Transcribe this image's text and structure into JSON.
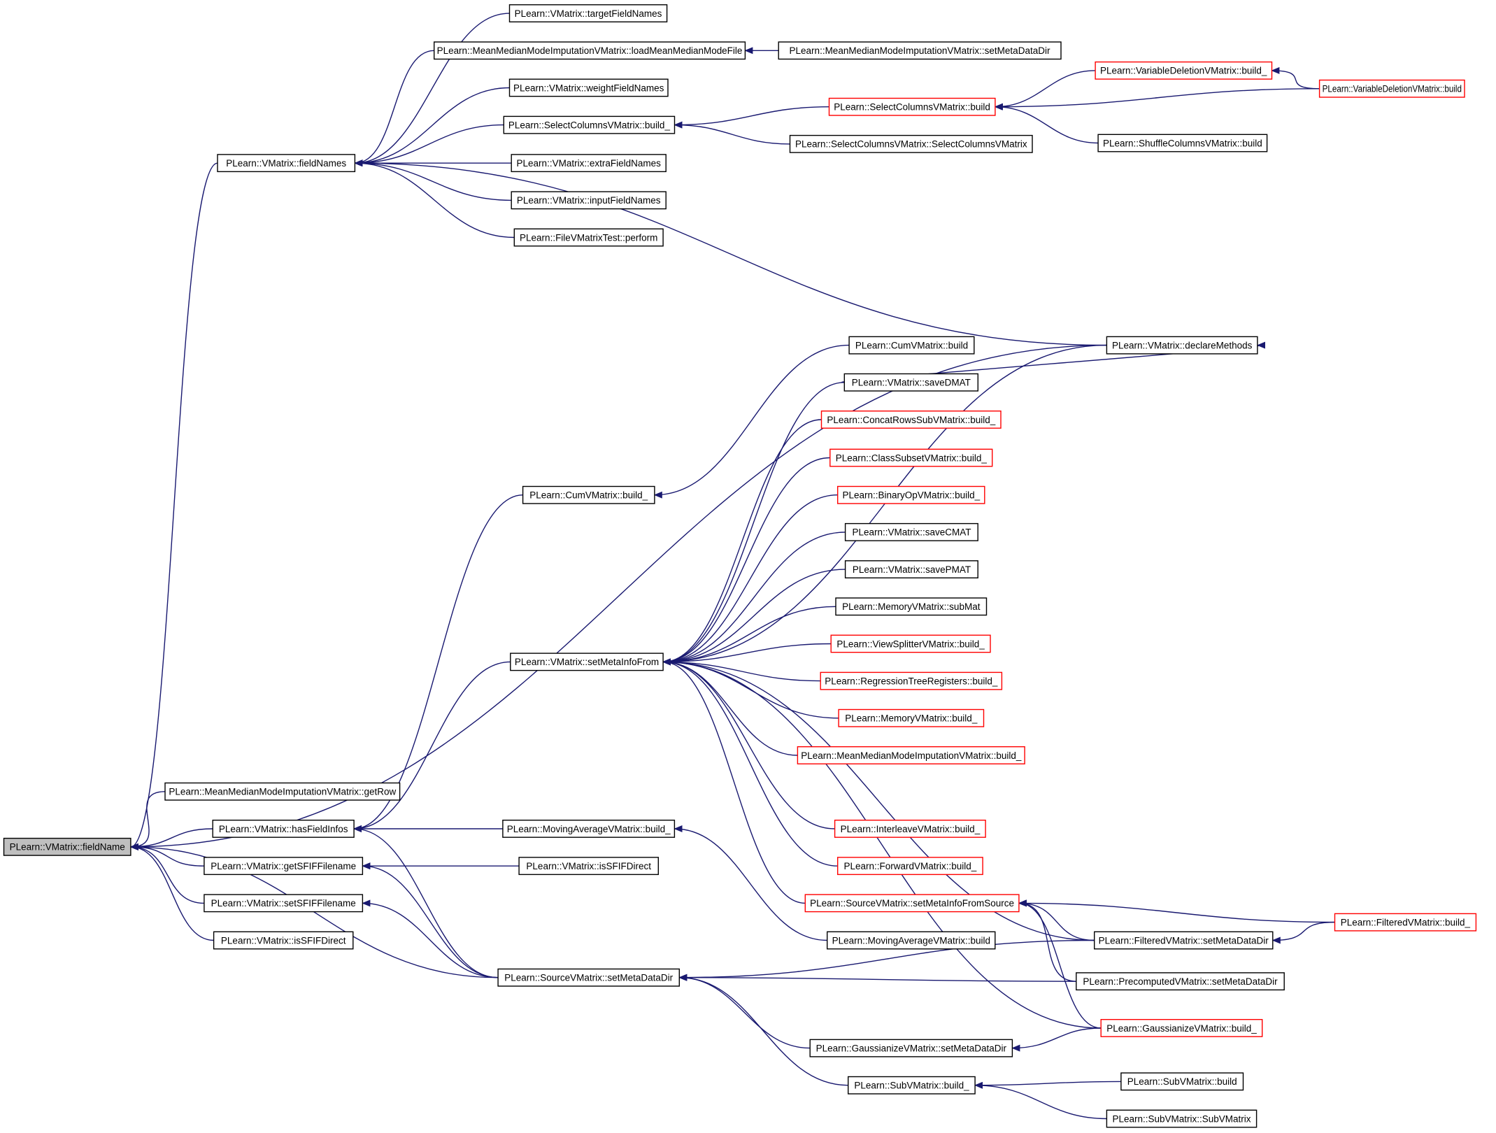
{
  "diagram": {
    "kind": "doxygen caller graph",
    "colors": {
      "edge": "#191970",
      "box_border_normal": "#000000",
      "box_border_truncated": "#ff0000",
      "focus_fill": "#bfbfbf",
      "background": "#ffffff"
    },
    "nodes": [
      {
        "id": "fieldName",
        "label": "PLearn::VMatrix::fieldName",
        "style": "focus"
      },
      {
        "id": "fieldNames",
        "label": "PLearn::VMatrix::fieldNames",
        "style": "normal"
      },
      {
        "id": "targetFieldNames",
        "label": "PLearn::VMatrix::targetFieldNames",
        "style": "normal"
      },
      {
        "id": "loadMeanMedianModeFile",
        "label": "PLearn::MeanMedianModeImputationVMatrix::loadMeanMedianModeFile",
        "style": "normal"
      },
      {
        "id": "mmmSetMetaDataDir",
        "label": "PLearn::MeanMedianModeImputationVMatrix::setMetaDataDir",
        "style": "normal"
      },
      {
        "id": "weightFieldNames",
        "label": "PLearn::VMatrix::weightFieldNames",
        "style": "normal"
      },
      {
        "id": "selColBuild_",
        "label": "PLearn::SelectColumnsVMatrix::build_",
        "style": "normal"
      },
      {
        "id": "selColBuild",
        "label": "PLearn::SelectColumnsVMatrix::build",
        "style": "truncated"
      },
      {
        "id": "selColCtor",
        "label": "PLearn::SelectColumnsVMatrix::SelectColumnsVMatrix",
        "style": "normal"
      },
      {
        "id": "varDelBuild_",
        "label": "PLearn::VariableDeletionVMatrix::build_",
        "style": "truncated"
      },
      {
        "id": "varDelBuild",
        "label": "PLearn::VariableDeletionVMatrix::build",
        "style": "truncated"
      },
      {
        "id": "shuffleBuild",
        "label": "PLearn::ShuffleColumnsVMatrix::build",
        "style": "normal"
      },
      {
        "id": "extraFieldNames",
        "label": "PLearn::VMatrix::extraFieldNames",
        "style": "normal"
      },
      {
        "id": "inputFieldNames",
        "label": "PLearn::VMatrix::inputFieldNames",
        "style": "normal"
      },
      {
        "id": "fileVMatrixTest",
        "label": "PLearn::FileVMatrixTest::perform",
        "style": "normal"
      },
      {
        "id": "declareMethods",
        "label": "PLearn::VMatrix::declareMethods",
        "style": "normal"
      },
      {
        "id": "cumBuild",
        "label": "PLearn::CumVMatrix::build",
        "style": "normal"
      },
      {
        "id": "saveDMAT",
        "label": "PLearn::VMatrix::saveDMAT",
        "style": "normal"
      },
      {
        "id": "concatRows",
        "label": "PLearn::ConcatRowsSubVMatrix::build_",
        "style": "truncated"
      },
      {
        "id": "classSubset",
        "label": "PLearn::ClassSubsetVMatrix::build_",
        "style": "truncated"
      },
      {
        "id": "binaryOp",
        "label": "PLearn::BinaryOpVMatrix::build_",
        "style": "truncated"
      },
      {
        "id": "cumBuild_",
        "label": "PLearn::CumVMatrix::build_",
        "style": "normal"
      },
      {
        "id": "saveCMAT",
        "label": "PLearn::VMatrix::saveCMAT",
        "style": "normal"
      },
      {
        "id": "savePMAT",
        "label": "PLearn::VMatrix::savePMAT",
        "style": "normal"
      },
      {
        "id": "memSubMat",
        "label": "PLearn::MemoryVMatrix::subMat",
        "style": "normal"
      },
      {
        "id": "setMetaInfoFrom",
        "label": "PLearn::VMatrix::setMetaInfoFrom",
        "style": "normal"
      },
      {
        "id": "viewSplitter",
        "label": "PLearn::ViewSplitterVMatrix::build_",
        "style": "truncated"
      },
      {
        "id": "regTree",
        "label": "PLearn::RegressionTreeRegisters::build_",
        "style": "truncated"
      },
      {
        "id": "memBuild_",
        "label": "PLearn::MemoryVMatrix::build_",
        "style": "truncated"
      },
      {
        "id": "mmmBuild_",
        "label": "PLearn::MeanMedianModeImputationVMatrix::build_",
        "style": "truncated"
      },
      {
        "id": "mmmGetRow",
        "label": "PLearn::MeanMedianModeImputationVMatrix::getRow",
        "style": "normal"
      },
      {
        "id": "hasFieldInfos",
        "label": "PLearn::VMatrix::hasFieldInfos",
        "style": "normal"
      },
      {
        "id": "movAvgBuild_",
        "label": "PLearn::MovingAverageVMatrix::build_",
        "style": "normal"
      },
      {
        "id": "interleave",
        "label": "PLearn::InterleaveVMatrix::build_",
        "style": "truncated"
      },
      {
        "id": "getSFIF",
        "label": "PLearn::VMatrix::getSFIFFilename",
        "style": "normal"
      },
      {
        "id": "isSFIF1",
        "label": "PLearn::VMatrix::isSFIFDirect",
        "style": "normal"
      },
      {
        "id": "forward",
        "label": "PLearn::ForwardVMatrix::build_",
        "style": "truncated"
      },
      {
        "id": "setSFIF",
        "label": "PLearn::VMatrix::setSFIFFilename",
        "style": "normal"
      },
      {
        "id": "srcSetMetaInfo",
        "label": "PLearn::SourceVMatrix::setMetaInfoFromSource",
        "style": "truncated"
      },
      {
        "id": "isSFIF2",
        "label": "PLearn::VMatrix::isSFIFDirect",
        "style": "normal"
      },
      {
        "id": "movAvgBuild",
        "label": "PLearn::MovingAverageVMatrix::build",
        "style": "normal"
      },
      {
        "id": "filtSetMeta",
        "label": "PLearn::FilteredVMatrix::setMetaDataDir",
        "style": "normal"
      },
      {
        "id": "filtBuild_",
        "label": "PLearn::FilteredVMatrix::build_",
        "style": "truncated"
      },
      {
        "id": "srcSetMeta",
        "label": "PLearn::SourceVMatrix::setMetaDataDir",
        "style": "normal"
      },
      {
        "id": "precompSetMeta",
        "label": "PLearn::PrecomputedVMatrix::setMetaDataDir",
        "style": "normal"
      },
      {
        "id": "gaussBuild_",
        "label": "PLearn::GaussianizeVMatrix::build_",
        "style": "truncated"
      },
      {
        "id": "gaussSetMeta",
        "label": "PLearn::GaussianizeVMatrix::setMetaDataDir",
        "style": "normal"
      },
      {
        "id": "subBuild_",
        "label": "PLearn::SubVMatrix::build_",
        "style": "normal"
      },
      {
        "id": "subBuild",
        "label": "PLearn::SubVMatrix::build",
        "style": "normal"
      },
      {
        "id": "subCtor",
        "label": "PLearn::SubVMatrix::SubVMatrix",
        "style": "normal"
      }
    ],
    "edges": [
      [
        "fieldNames",
        "fieldName"
      ],
      [
        "declareMethods",
        "fieldName"
      ],
      [
        "mmmGetRow",
        "fieldName"
      ],
      [
        "hasFieldInfos",
        "fieldName"
      ],
      [
        "getSFIF",
        "fieldName"
      ],
      [
        "setSFIF",
        "fieldName"
      ],
      [
        "isSFIF2",
        "fieldName"
      ],
      [
        "srcSetMeta",
        "fieldName"
      ],
      [
        "targetFieldNames",
        "fieldNames"
      ],
      [
        "loadMeanMedianModeFile",
        "fieldNames"
      ],
      [
        "weightFieldNames",
        "fieldNames"
      ],
      [
        "selColBuild_",
        "fieldNames"
      ],
      [
        "extraFieldNames",
        "fieldNames"
      ],
      [
        "inputFieldNames",
        "fieldNames"
      ],
      [
        "fileVMatrixTest",
        "fieldNames"
      ],
      [
        "declareMethods",
        "fieldNames"
      ],
      [
        "mmmSetMetaDataDir",
        "loadMeanMedianModeFile"
      ],
      [
        "selColBuild",
        "selColBuild_"
      ],
      [
        "selColCtor",
        "selColBuild_"
      ],
      [
        "varDelBuild_",
        "selColBuild"
      ],
      [
        "varDelBuild",
        "selColBuild"
      ],
      [
        "shuffleBuild",
        "selColBuild"
      ],
      [
        "varDelBuild",
        "varDelBuild_"
      ],
      [
        "saveDMAT",
        "declareMethods"
      ],
      [
        "cumBuild",
        "cumBuild_"
      ],
      [
        "saveDMAT",
        "setMetaInfoFrom"
      ],
      [
        "concatRows",
        "setMetaInfoFrom"
      ],
      [
        "classSubset",
        "setMetaInfoFrom"
      ],
      [
        "binaryOp",
        "setMetaInfoFrom"
      ],
      [
        "saveCMAT",
        "setMetaInfoFrom"
      ],
      [
        "savePMAT",
        "setMetaInfoFrom"
      ],
      [
        "memSubMat",
        "setMetaInfoFrom"
      ],
      [
        "viewSplitter",
        "setMetaInfoFrom"
      ],
      [
        "regTree",
        "setMetaInfoFrom"
      ],
      [
        "memBuild_",
        "setMetaInfoFrom"
      ],
      [
        "mmmBuild_",
        "setMetaInfoFrom"
      ],
      [
        "declareMethods",
        "setMetaInfoFrom"
      ],
      [
        "interleave",
        "setMetaInfoFrom"
      ],
      [
        "forward",
        "setMetaInfoFrom"
      ],
      [
        "srcSetMetaInfo",
        "setMetaInfoFrom"
      ],
      [
        "filtSetMeta",
        "setMetaInfoFrom"
      ],
      [
        "gaussBuild_",
        "setMetaInfoFrom"
      ],
      [
        "cumBuild_",
        "hasFieldInfos"
      ],
      [
        "setMetaInfoFrom",
        "hasFieldInfos"
      ],
      [
        "movAvgBuild_",
        "hasFieldInfos"
      ],
      [
        "srcSetMeta",
        "hasFieldInfos"
      ],
      [
        "movAvgBuild",
        "movAvgBuild_"
      ],
      [
        "isSFIF1",
        "getSFIF"
      ],
      [
        "srcSetMeta",
        "getSFIF"
      ],
      [
        "srcSetMeta",
        "setSFIF"
      ],
      [
        "filtSetMeta",
        "srcSetMetaInfo"
      ],
      [
        "filtBuild_",
        "srcSetMetaInfo"
      ],
      [
        "precompSetMeta",
        "srcSetMetaInfo"
      ],
      [
        "gaussBuild_",
        "srcSetMetaInfo"
      ],
      [
        "filtBuild_",
        "filtSetMeta"
      ],
      [
        "filtSetMeta",
        "srcSetMeta"
      ],
      [
        "precompSetMeta",
        "srcSetMeta"
      ],
      [
        "gaussSetMeta",
        "srcSetMeta"
      ],
      [
        "subBuild_",
        "srcSetMeta"
      ],
      [
        "gaussBuild_",
        "gaussSetMeta"
      ],
      [
        "subBuild",
        "subBuild_"
      ],
      [
        "subCtor",
        "subBuild_"
      ]
    ]
  }
}
